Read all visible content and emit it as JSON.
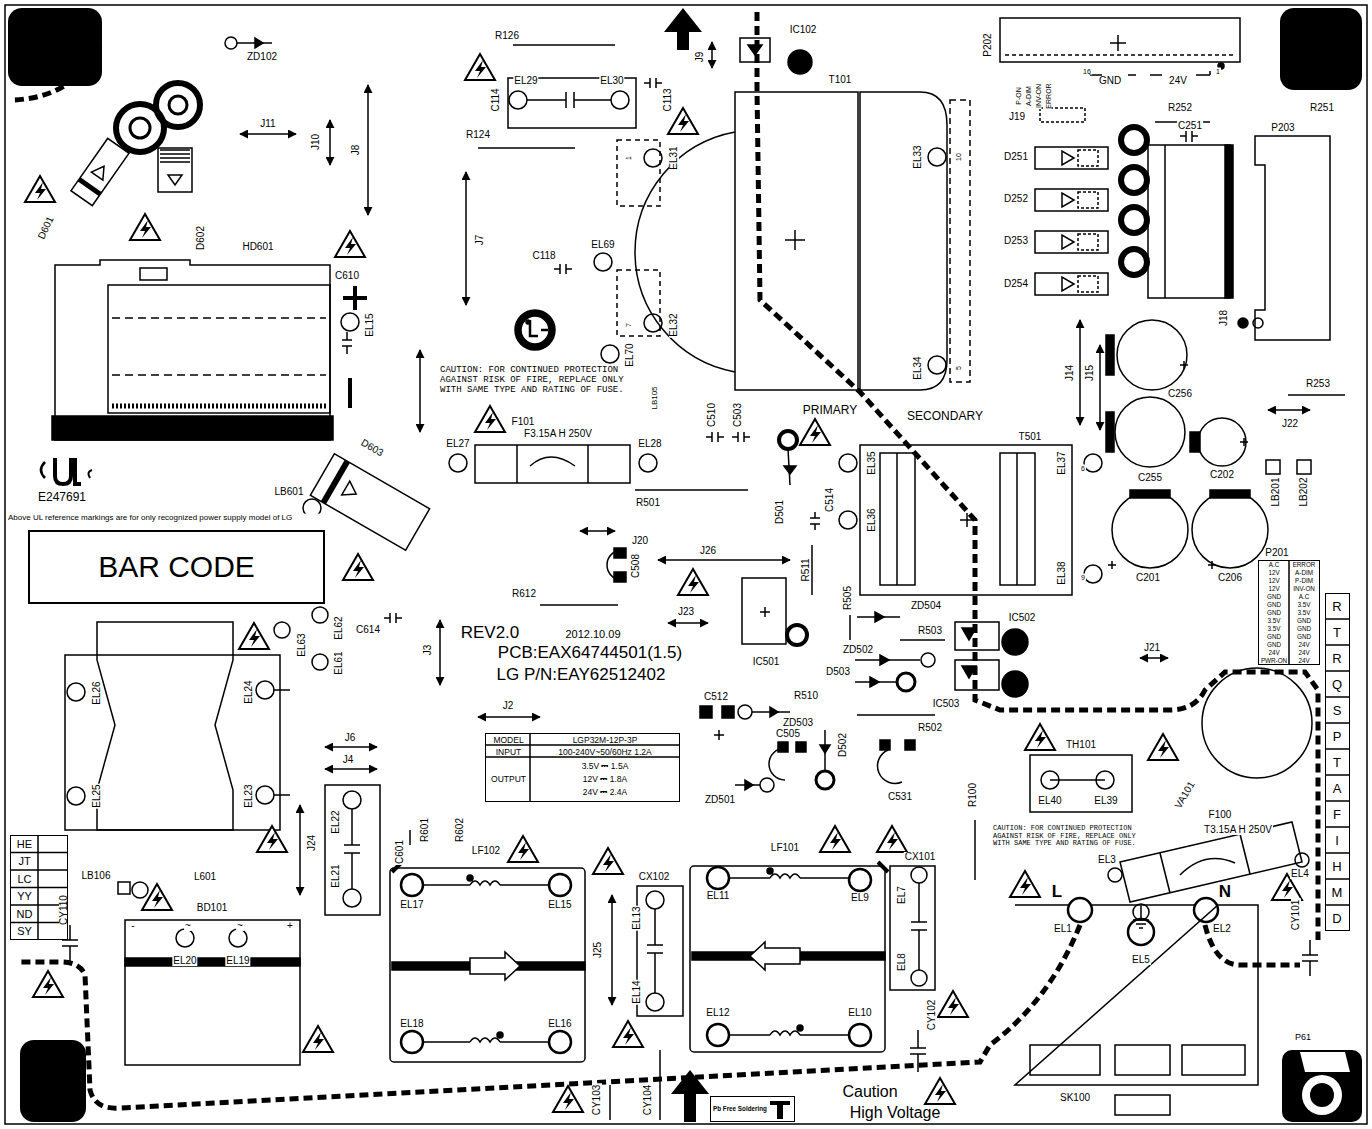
{
  "diagram": {
    "nodes": [
      {
        "text": [
          "BAR CODE"
        ]
      },
      {
        "text": [
          "A.C",
          "ERROR",
          "12V",
          "A-DIM",
          "12V",
          "P-DIM",
          "12V",
          "INV-ON",
          "GND",
          "A.C",
          "GND",
          "3.5V",
          "GND",
          "3.5V",
          "3.5V",
          "GND",
          "3.5V",
          "GND",
          "GND",
          "GND",
          "GND",
          "24V",
          "24V",
          "24V",
          "PWR-ON",
          "24V"
        ]
      },
      {
        "text": [
          "R",
          "T",
          "R",
          "Q",
          "S",
          "P",
          "T",
          "A",
          "F",
          "I",
          "H",
          "M",
          "D"
        ]
      },
      {
        "text": [
          "MODEL",
          "LGP32M-12P-3P",
          "INPUT",
          "100-240V~50/60Hz 1.2A",
          "OUTPUT",
          "3.5V ⎓ 1.5A",
          "12V ⎓ 1.8A",
          "24V ⎓ 2.4A"
        ]
      },
      {
        "text": [
          "HE",
          "JT",
          "LC",
          "YY",
          "ND",
          "SY"
        ]
      },
      {
        "text": [
          "Pb Free Soldering"
        ]
      }
    ],
    "labels": [
      "ZD102",
      "J11",
      "J10",
      "J8",
      "D601",
      "D602",
      "HD601",
      "C610",
      "EL15",
      "R126",
      "EL29",
      "EL30",
      "C114",
      "C113",
      "J9",
      "IC102",
      "T101",
      "P202",
      "16",
      "GND",
      "24V",
      "1",
      "P-ON",
      "A-DIM",
      "INV-ON",
      "ERROR",
      "R252",
      "R251",
      "J19",
      "C251",
      "P203",
      "D251",
      "D252",
      "D253",
      "D254",
      "EL31",
      "1",
      "EL33",
      "10",
      "R124",
      "J7",
      "C118",
      "EL69",
      "EL32",
      "7",
      "EL34",
      "5",
      "EL70",
      "LB105",
      "J18",
      "J14",
      "J15",
      "C256",
      "R253",
      "J22",
      "C255",
      "C202",
      "LB201",
      "LB202",
      "C201",
      "C206",
      "P201",
      "CAUTION: FOR CONTINUED PROTECTION AGAINST RISK OF FIRE, REPLACE ONLY WITH SAME TYPE AND RATING OF FUSE.",
      "F101",
      "F3.15A H 250V",
      "EL27",
      "EL28",
      "C510",
      "C503",
      "PRIMARY",
      "SECONDARY",
      "T501",
      "EL35",
      "EL36",
      "EL37",
      "EL38",
      "6",
      "9",
      "D501",
      "C514",
      "R501",
      "LB601",
      "D603",
      "E247691",
      "Above UL reference markings are for only recognized power supply model of LG",
      "J20",
      "C508",
      "J26",
      "R511",
      "R505",
      "ZD504",
      "R503",
      "IC502",
      "IC503",
      "IC501",
      "ZD502",
      "D503",
      "R612",
      "J23",
      "C614",
      "EL62",
      "EL63",
      "EL61",
      "J3",
      "REV2.0",
      "2012.10.09",
      "PCB:EAX64744501(1.5)",
      "LG P/N:EAY62512402",
      "J21",
      "EL26",
      "EL24",
      "EL25",
      "EL23",
      "L601",
      "J2",
      "C512",
      "R510",
      "ZD503",
      "C505",
      "D502",
      "R502",
      "C531",
      "ZD501",
      "TH101",
      "EL40",
      "EL39",
      "VA101",
      "R100",
      "CAUTION: FOR CONTINUED PROTECTION AGAINST RISK OF FIRE, REPLACE ONLY WITH SAME TYPE AND RATING OF FUSE.",
      "F100",
      "T3.15A H 250V",
      "EL3",
      "EL4",
      "J6",
      "J4",
      "EL22",
      "EL21",
      "J24",
      "C601",
      "R601",
      "R602",
      "LF102",
      "EL17",
      "EL15",
      "EL18",
      "EL16",
      "CX102",
      "EL13",
      "EL14",
      "J25",
      "LF101",
      "EL11",
      "EL9",
      "EL12",
      "EL10",
      "CX101",
      "EL7",
      "EL8",
      "CY102",
      "CY101",
      "L",
      "N",
      "EL1",
      "EL2",
      "EL5",
      "SK100",
      "P61",
      "LB106",
      "BD101",
      "EL20",
      "EL19",
      "CY110",
      "CY103",
      "CY104",
      "Caution",
      "High Voltage",
      "-",
      "~",
      "~",
      "+"
    ]
  }
}
